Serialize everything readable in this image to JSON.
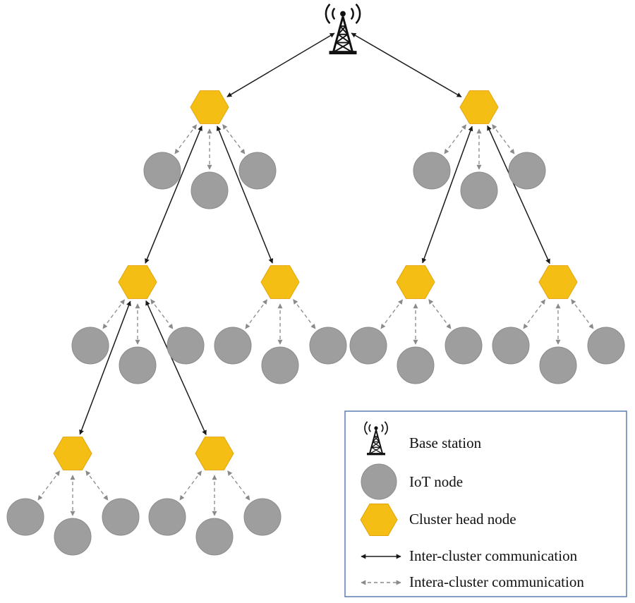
{
  "colors": {
    "cluster_head": "#F5BE14",
    "cluster_head_stroke": "#E2A40A",
    "iot_node": "#9E9E9E",
    "iot_node_stroke": "#8C8C8C",
    "inter_link": "#1a1a1a",
    "intra_link": "#8a8a8a",
    "legend_border": "#5B7DB1",
    "base_station": "#111111"
  },
  "icons": {
    "base_station": "radio-tower-icon",
    "iot_node": "circle",
    "cluster_head": "hexagon"
  },
  "legend": {
    "base_station": "Base station",
    "iot_node": "IoT node",
    "cluster_head": "Cluster head node",
    "inter_cluster": "Inter-cluster communication",
    "intra_cluster": "Intera-cluster communication"
  }
}
